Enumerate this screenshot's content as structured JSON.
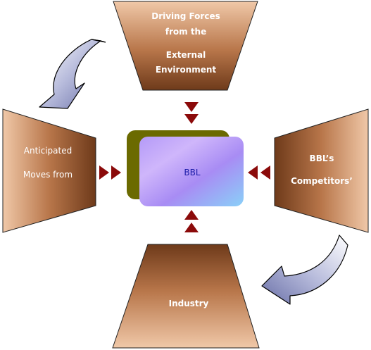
{
  "center": {
    "label": "BBL"
  },
  "top": {
    "lines": [
      "Driving Forces",
      "from the",
      "External",
      "Environment"
    ]
  },
  "right": {
    "lines": [
      "BBL’s",
      "Competitors’"
    ]
  },
  "left": {
    "lines": [
      "Anticipated",
      "Moves from"
    ]
  },
  "bottom": {
    "lines": [
      "Industry"
    ]
  },
  "colors": {
    "shape_dark": "#8a4a24",
    "shape_light": "#f0c4a4",
    "arrow_red": "#8b0a0a",
    "center_back": "#6b6a00",
    "center_front_a": "#c8a8f8",
    "center_front_b": "#9acdf8",
    "curved_arrow": "#8890c0"
  }
}
